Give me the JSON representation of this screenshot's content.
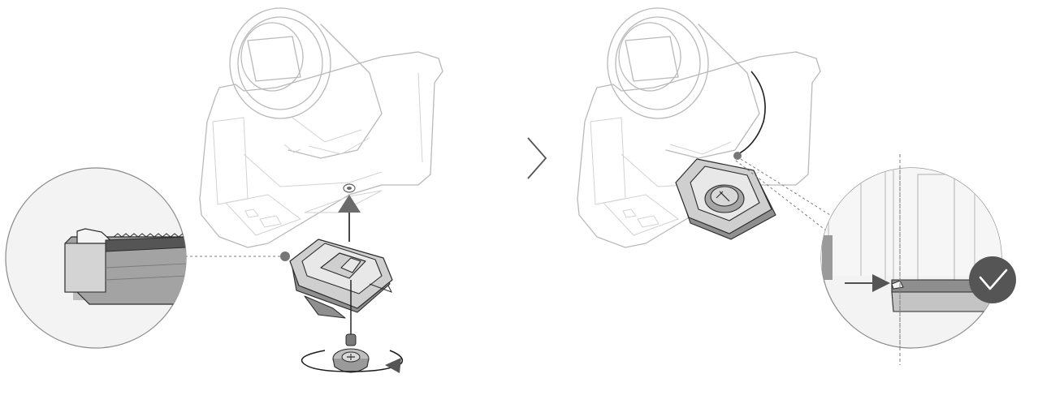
{
  "figure": {
    "steps": [
      {
        "id": "step-1",
        "action": "attach-quick-release-plate",
        "arrow": "up-arrow",
        "screw": "tighten-screw"
      },
      {
        "id": "step-2",
        "action": "check-plate-alignment",
        "status": "check-mark"
      }
    ],
    "separator_icon": "chevron-right-icon",
    "colors": {
      "line_art": "#b9b9b9",
      "plate_fill": "#cfcfcf",
      "outline": "#2b2b2b",
      "check_badge": "#555555",
      "highlight_dot": "#777777"
    }
  }
}
